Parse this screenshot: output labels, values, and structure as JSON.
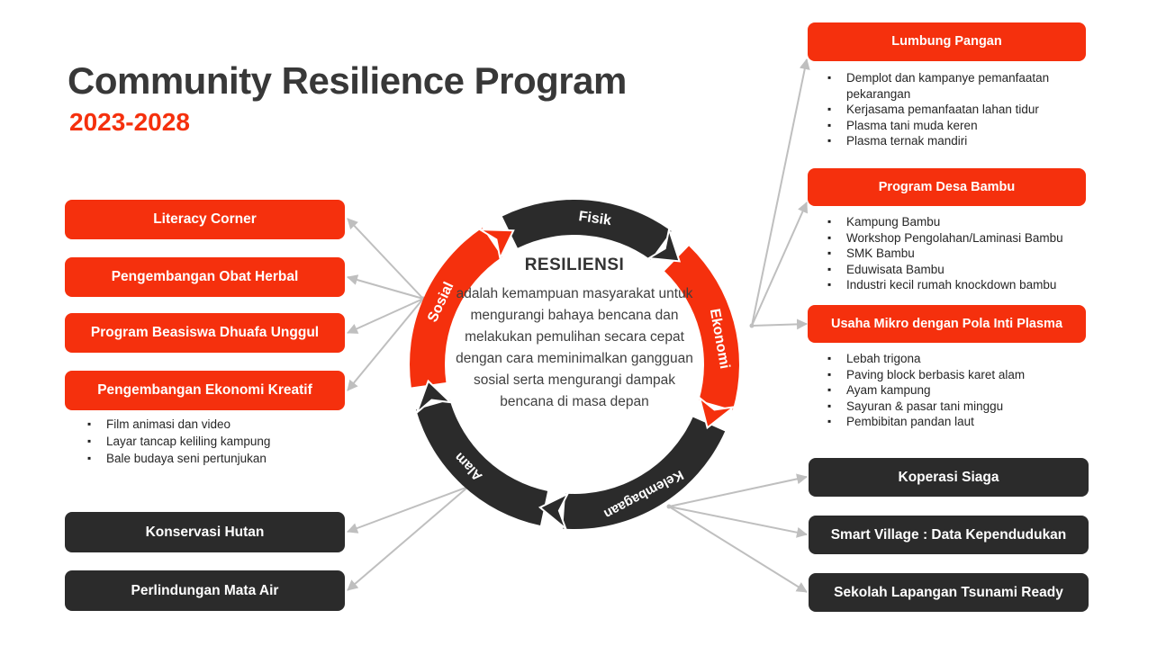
{
  "title": "Community Resilience Program",
  "subtitle": "2023-2028",
  "center": {
    "heading": "RESILIENSI",
    "description": "adalah kemampuan masyarakat untuk mengurangi bahaya bencana dan melakukan pemulihan secara cepat dengan cara meminimalkan gangguan sosial serta mengurangi dampak bencana di masa depan"
  },
  "ring": {
    "segments": [
      {
        "id": "fisik",
        "label": "Fisik",
        "color": "#2B2B2B",
        "start": -26,
        "end": 36,
        "labelAngle": 8,
        "fontSize": 16
      },
      {
        "id": "ekonomi",
        "label": "Ekonomi",
        "color": "#F5300D",
        "start": 44,
        "end": 106,
        "labelAngle": 80,
        "fontSize": 16
      },
      {
        "id": "kelembagaan",
        "label": "Kelembagaan",
        "color": "#2B2B2B",
        "start": 114,
        "end": 184,
        "labelAngle": 152,
        "fontSize": 15
      },
      {
        "id": "alam",
        "label": "Alam",
        "color": "#2B2B2B",
        "start": 192,
        "end": 254,
        "labelAngle": 226,
        "fontSize": 15
      },
      {
        "id": "sosial",
        "label": "Sosial",
        "color": "#F5300D",
        "start": 262,
        "end": 326,
        "labelAngle": 295,
        "fontSize": 16
      }
    ]
  },
  "left": {
    "red_boxes": [
      "Literacy Corner",
      "Pengembangan Obat Herbal",
      "Program Beasiswa Dhuafa Unggul",
      "Pengembangan Ekonomi Kreatif"
    ],
    "kreatif_bullets": [
      "Film animasi dan video",
      "Layar tancap keliling kampung",
      "Bale budaya seni pertunjukan"
    ],
    "black_boxes": [
      "Konservasi Hutan",
      "Perlindungan Mata Air"
    ]
  },
  "right": {
    "sections": [
      {
        "title": "Lumbung Pangan",
        "bullets": [
          "Demplot dan kampanye pemanfaatan pekarangan",
          "Kerjasama pemanfaatan lahan tidur",
          "Plasma tani muda keren",
          "Plasma ternak mandiri"
        ]
      },
      {
        "title": "Program Desa Bambu",
        "bullets": [
          "Kampung Bambu",
          "Workshop Pengolahan/Laminasi Bambu",
          "SMK Bambu",
          "Eduwisata Bambu",
          "Industri kecil rumah knockdown bambu"
        ]
      },
      {
        "title": "Usaha Mikro dengan Pola Inti Plasma",
        "bullets": [
          "Lebah trigona",
          "Paving block berbasis karet alam",
          "Ayam kampung",
          "Sayuran & pasar tani minggu",
          "Pembibitan pandan laut"
        ]
      }
    ],
    "black_boxes": [
      "Koperasi Siaga",
      "Smart Village : Data Kependudukan",
      "Sekolah Lapangan Tsunami Ready"
    ]
  },
  "colors": {
    "red": "#F5300D",
    "dark": "#2B2B2B",
    "connector": "#BFBFBF",
    "title_text": "#383838",
    "body_text": "#3f3f3f"
  }
}
